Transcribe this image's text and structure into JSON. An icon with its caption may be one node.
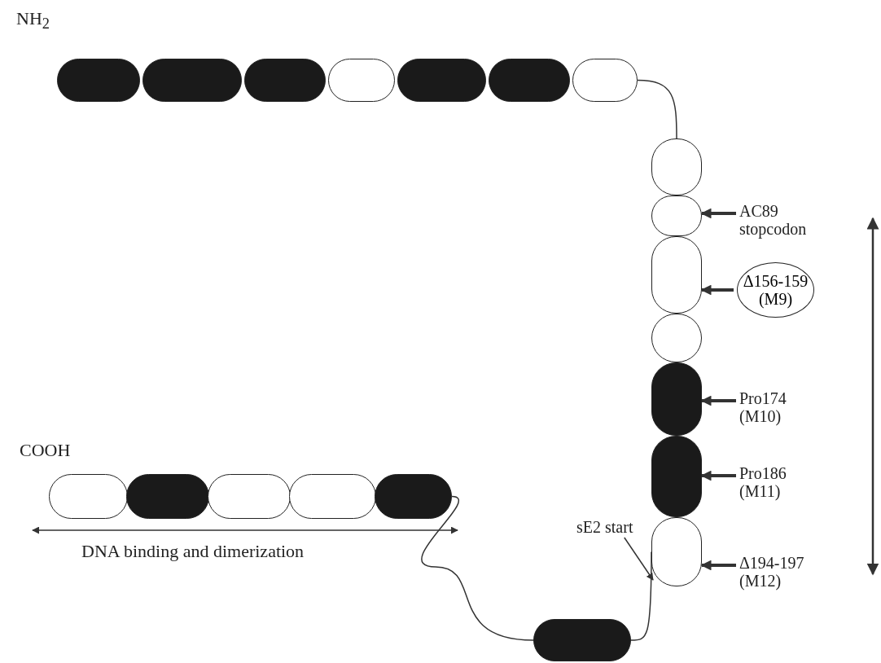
{
  "diagram": {
    "nodes": [
      {
        "text": [],
        "shape": "pill"
      },
      {
        "text": [],
        "shape": "pill"
      },
      {
        "text": [],
        "shape": "pill"
      },
      {
        "text": [],
        "shape": "pill"
      },
      {
        "text": [],
        "shape": "pill"
      },
      {
        "text": [],
        "shape": "pill"
      },
      {
        "text": [],
        "shape": "pill"
      },
      {
        "text": [],
        "shape": "pill"
      },
      {
        "text": [],
        "shape": "pill"
      },
      {
        "text": [],
        "shape": "pill"
      },
      {
        "text": [],
        "shape": "pill"
      },
      {
        "text": [],
        "shape": "pill"
      },
      {
        "text": [],
        "shape": "pill"
      },
      {
        "text": [],
        "shape": "pill"
      },
      {
        "text": [
          "AC89 stopcodon"
        ]
      },
      {
        "text": [
          "Δ156-159 (M9)"
        ]
      },
      {
        "text": [
          "Pro174 (M10)"
        ]
      },
      {
        "text": [
          "Pro186 (M11)"
        ]
      },
      {
        "text": [
          "sE2 start"
        ]
      },
      {
        "text": [
          "Δ194-197 (M12)"
        ]
      },
      {
        "text": [],
        "shape": "pill"
      },
      {
        "text": [],
        "shape": "pill"
      },
      {
        "text": [],
        "shape": "pill"
      },
      {
        "text": [],
        "shape": "pill"
      },
      {
        "text": [],
        "shape": "pill"
      },
      {
        "text": [],
        "shape": "pill"
      }
    ],
    "edges": [
      {
        "from": 6,
        "to": 7,
        "arrow": "none"
      },
      {
        "from": 13,
        "to": 20,
        "arrow": "none"
      },
      {
        "from": 20,
        "to": 25,
        "arrow": "none"
      },
      {
        "from": 14,
        "to": 8,
        "arrow": "to"
      },
      {
        "from": 15,
        "to": 9,
        "arrow": "to"
      },
      {
        "from": 16,
        "to": 11,
        "arrow": "to"
      },
      {
        "from": 17,
        "to": 12,
        "arrow": "to"
      },
      {
        "from": 19,
        "to": 13,
        "arrow": "to"
      },
      {
        "from": 18,
        "to": 13,
        "arrow": "to"
      }
    ],
    "labels": [
      "NH$_{2}$",
      "COOH",
      "DNA binding and dimerization"
    ]
  }
}
